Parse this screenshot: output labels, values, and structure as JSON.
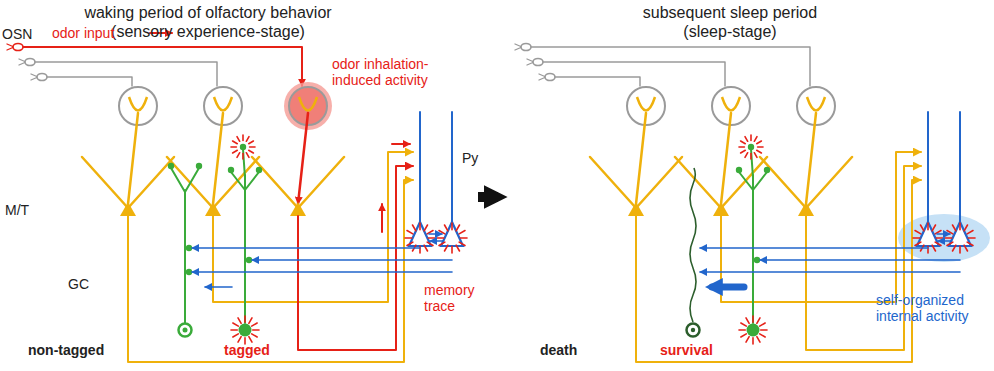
{
  "diagram": {
    "nodes": [
      {
        "text": [
          "waking period of olfactory behavior (sensory experience-stage)"
        ]
      },
      {
        "text": [
          "subsequent sleep period (sleep-stage)"
        ]
      }
    ],
    "edges": [
      {
        "from": 0,
        "to": 1,
        "arrow": "to"
      }
    ],
    "labels": [
      "OSN",
      "odor input",
      "odor inhalation-induced activity",
      "M/T",
      "GC",
      "non-tagged",
      "tagged",
      "Py",
      "memory trace",
      "death",
      "survival",
      "self-organized internal activity"
    ]
  }
}
